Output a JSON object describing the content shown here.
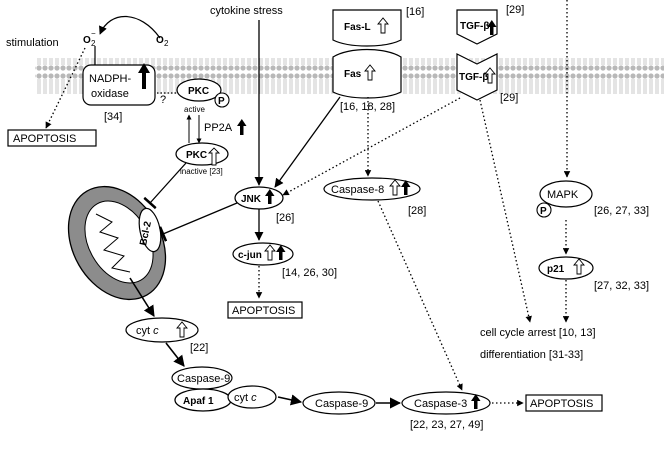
{
  "top": {
    "cytokine_stress": "cytokine stress",
    "stimulation": "stimulation",
    "o2_radical": "O",
    "o2_radical_sub": "2",
    "o2_radical_sup": "−",
    "o2": "O",
    "o2_sub": "2"
  },
  "receptors": {
    "fasl_label": "Fas-L",
    "fasl_ref": "[16]",
    "fas_label": "Fas",
    "fas_ref": "[16, 18, 28]",
    "tgfb_top_label": "TGF-β",
    "tgfb_top_ref": "[29]",
    "tgfb_label": "TGF-β",
    "tgfb_ref": "[29]"
  },
  "left": {
    "nadph_line1": "NADPH-",
    "nadph_line2": "oxidase",
    "nadph_ref": "[34]",
    "apoptosis1": "APOPTOSIS",
    "pkc_active": "PKC",
    "pkc_active_state": "active",
    "p_badge": "P",
    "question": "?",
    "pp2a": "PP2A",
    "pkc_inactive": "PKC",
    "pkc_inactive_state": "inactive [23]",
    "bcl2": "Bcl-2"
  },
  "middle": {
    "jnk": "JNK",
    "jnk_ref": "[26]",
    "cjun": "c-jun",
    "cjun_ref": "[14, 26, 30]",
    "apoptosis2": "APOPTOSIS",
    "caspase8": "Caspase-8",
    "caspase8_ref": "[28]"
  },
  "right": {
    "mapk": "MAPK",
    "p_badge": "P",
    "mapk_ref": "[26, 27, 33]",
    "p21": "p21",
    "p21_ref": "[27, 32, 33]",
    "cell_cycle": "cell cycle arrest [10, 13]",
    "differentiation": "differentiation [31-33]"
  },
  "bottom": {
    "cytc": "cyt",
    "cytc_italic": "c",
    "cytc_ref": "[22]",
    "caspase9_complex": "Caspase-9",
    "apaf1": "Apaf 1",
    "cytc2": "cyt",
    "cytc2_italic": "c",
    "caspase9": "Caspase-9",
    "caspase3": "Caspase-3",
    "caspase3_ref": "[22, 23, 27, 49]",
    "apoptosis3": "APOPTOSIS"
  }
}
